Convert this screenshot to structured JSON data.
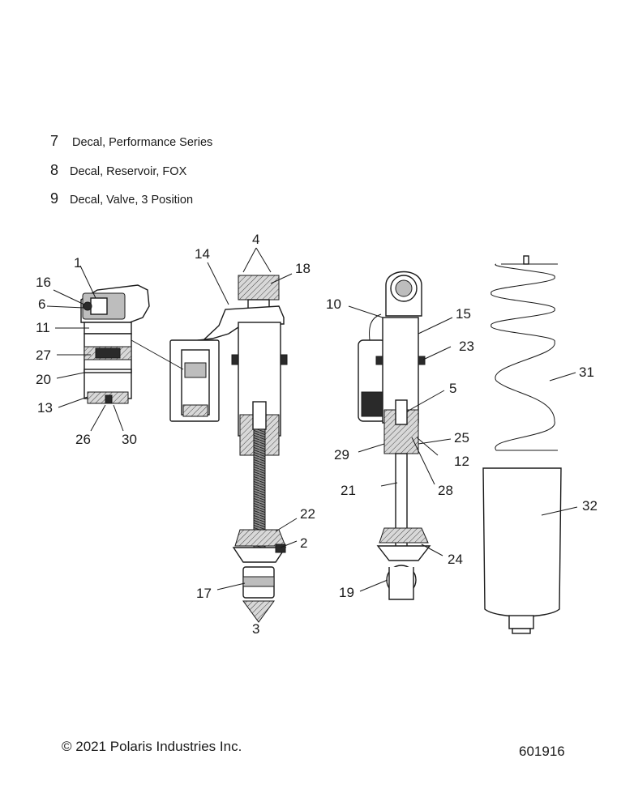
{
  "legend": [
    {
      "number": "7",
      "text": "Decal, Performance Series"
    },
    {
      "number": "8",
      "text": "Decal, Reservoir, FOX"
    },
    {
      "number": "9",
      "text": "Decal, Valve, 3 Position"
    }
  ],
  "callouts": [
    "1",
    "16",
    "6",
    "11",
    "27",
    "20",
    "13",
    "26",
    "30",
    "14",
    "4",
    "18",
    "22",
    "2",
    "17",
    "3",
    "10",
    "15",
    "23",
    "5",
    "29",
    "25",
    "12",
    "21",
    "28",
    "24",
    "19",
    "31",
    "32"
  ],
  "footer": {
    "copyright": "© 2021 Polaris Industries Inc.",
    "diagram_id": "601916"
  }
}
